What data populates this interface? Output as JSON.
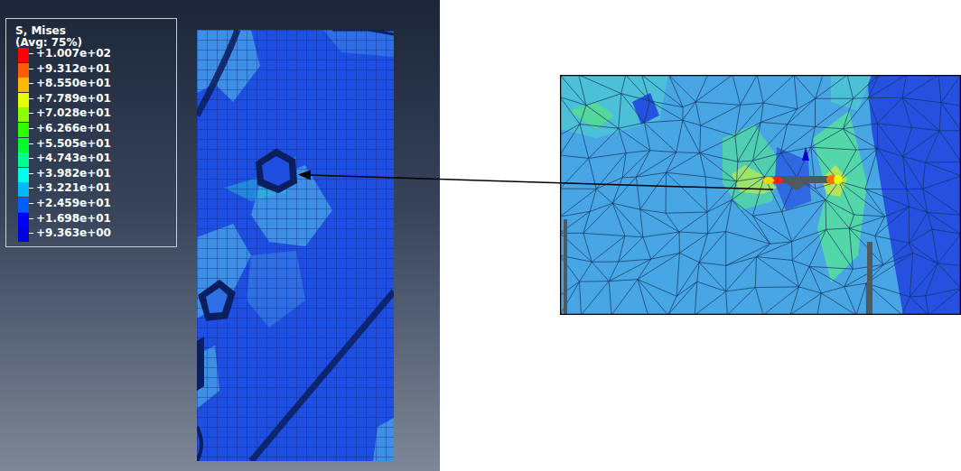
{
  "diagram": {
    "title": "S, Mises",
    "labels": [
      "(Avg: 75%)"
    ],
    "legend": [
      {
        "text": "+1.007e+02",
        "color": "#ff0000"
      },
      {
        "text": "+9.312e+01",
        "color": "#ff5d00"
      },
      {
        "text": "+8.550e+01",
        "color": "#ffb900"
      },
      {
        "text": "+7.789e+01",
        "color": "#e8ff00"
      },
      {
        "text": "+7.028e+01",
        "color": "#8bff00"
      },
      {
        "text": "+6.266e+01",
        "color": "#2eff00"
      },
      {
        "text": "+5.505e+01",
        "color": "#00ff2e"
      },
      {
        "text": "+4.743e+01",
        "color": "#00ff8b"
      },
      {
        "text": "+3.982e+01",
        "color": "#00ffe8"
      },
      {
        "text": "+3.221e+01",
        "color": "#00b9ff"
      },
      {
        "text": "+2.459e+01",
        "color": "#005dff"
      },
      {
        "text": "+1.698e+01",
        "color": "#0000ff"
      },
      {
        "text": "+9.363e+00",
        "color": "#0000e0"
      }
    ]
  }
}
